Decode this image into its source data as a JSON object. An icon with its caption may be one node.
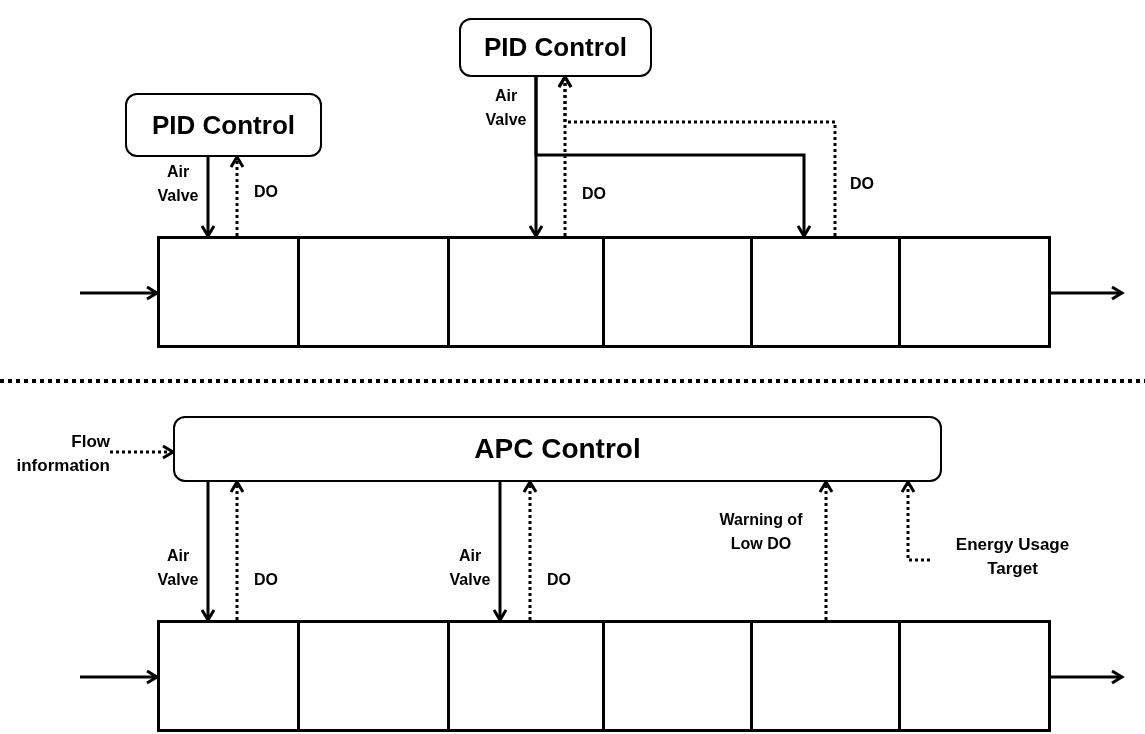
{
  "diagram": {
    "nodes": [
      {
        "text": [
          "PID Control"
        ]
      },
      {
        "text": [
          "PID Control"
        ]
      },
      {
        "text": [],
        "shape": "box"
      },
      {
        "text": [],
        "shape": "box"
      },
      {
        "text": [],
        "shape": "box"
      },
      {
        "text": [],
        "shape": "box"
      },
      {
        "text": [],
        "shape": "box"
      },
      {
        "text": [],
        "shape": "box"
      },
      {
        "text": [
          "Flow information"
        ]
      },
      {
        "text": [
          "APC Control"
        ]
      },
      {
        "text": [],
        "shape": "box"
      },
      {
        "text": [],
        "shape": "box"
      },
      {
        "text": [],
        "shape": "box"
      },
      {
        "text": [],
        "shape": "box"
      },
      {
        "text": [],
        "shape": "box"
      },
      {
        "text": [],
        "shape": "box"
      },
      {
        "text": [
          "Energy Usage Target"
        ]
      }
    ],
    "edges": [
      {
        "from": 0,
        "to": 2,
        "arrow": "to",
        "label": "Air Valve"
      },
      {
        "from": 2,
        "to": 0,
        "arrow": "to",
        "label": "DO",
        "style": "dashed"
      },
      {
        "from": 1,
        "to": 4,
        "arrow": "to",
        "label": "Air Valve"
      },
      {
        "from": 1,
        "to": 6,
        "arrow": "to"
      },
      {
        "from": 4,
        "to": 1,
        "arrow": "to",
        "label": "DO",
        "style": "dashed"
      },
      {
        "from": 6,
        "to": 1,
        "arrow": "to",
        "label": "DO",
        "style": "dashed"
      },
      {
        "from": null,
        "to": 2,
        "arrow": "to"
      },
      {
        "from": 7,
        "to": null,
        "arrow": "to"
      },
      {
        "from": 8,
        "to": 9,
        "arrow": "to",
        "style": "dashed"
      },
      {
        "from": 9,
        "to": 10,
        "arrow": "to",
        "label": "Air Valve"
      },
      {
        "from": 10,
        "to": 9,
        "arrow": "to",
        "label": "DO",
        "style": "dashed"
      },
      {
        "from": 9,
        "to": 12,
        "arrow": "to",
        "label": "Air Valve"
      },
      {
        "from": 12,
        "to": 9,
        "arrow": "to",
        "label": "DO",
        "style": "dashed"
      },
      {
        "from": 14,
        "to": 9,
        "arrow": "to",
        "label": "Warning of Low DO",
        "style": "dashed"
      },
      {
        "from": 16,
        "to": 9,
        "arrow": "to",
        "style": "dashed"
      },
      {
        "from": null,
        "to": 10,
        "arrow": "to"
      },
      {
        "from": 15,
        "to": null,
        "arrow": "to"
      }
    ]
  }
}
